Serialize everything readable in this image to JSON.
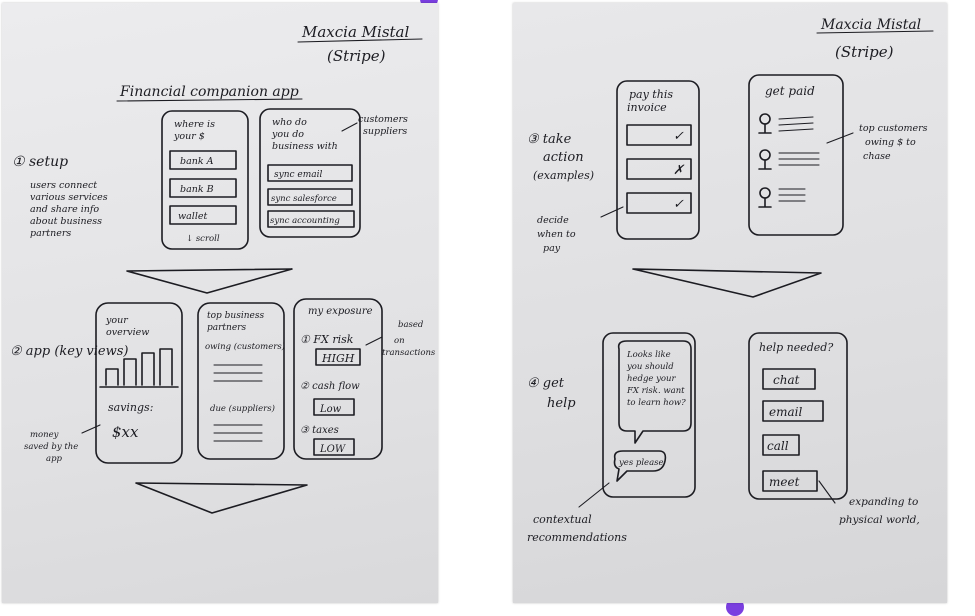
{
  "left": {
    "author": "Maxcia Mistal",
    "company": "(Stripe)",
    "title": "Financial companion app",
    "setup": {
      "label": "① setup",
      "desc": [
        "users connect",
        "various services",
        "and share info",
        "about business",
        "partners"
      ],
      "card1": {
        "title": [
          "where is",
          "your $"
        ],
        "items": [
          "bank A",
          "bank B",
          "wallet"
        ],
        "scroll": "↓ scroll"
      },
      "card2": {
        "title": [
          "who do",
          "you do",
          "business with"
        ],
        "items": [
          "sync email",
          "sync salesforce",
          "sync accounting"
        ]
      },
      "note": [
        "customers",
        "suppliers"
      ]
    },
    "app": {
      "label": "② app (key views)",
      "overview": {
        "title": [
          "your",
          "overview"
        ],
        "savings": "savings:",
        "amount": "$xx"
      },
      "money_note": [
        "money",
        "saved by the",
        "app"
      ],
      "partners": {
        "title": [
          "top business",
          "partners"
        ],
        "owing": "owing (customers)",
        "due": "due (suppliers)"
      },
      "exposure": {
        "title": "my exposure",
        "fx": "① FX risk",
        "fx_level": "HIGH",
        "cash": "② cash flow",
        "cash_level": "Low",
        "taxes": "③ taxes",
        "taxes_level": "LOW"
      },
      "based_note": [
        "based",
        "on",
        "transactions"
      ]
    }
  },
  "right": {
    "author": "Maxcia Mistal",
    "company": "(Stripe)",
    "action": {
      "label": [
        "③ take",
        "action",
        "(examples)"
      ],
      "invoice_title": [
        "pay this",
        "invoice"
      ],
      "marks": [
        "✓",
        "✗",
        "✓"
      ],
      "decide_note": [
        "decide",
        "when to",
        "pay"
      ],
      "paid_title": "get paid",
      "top_note": [
        "top customers",
        "owing $ to",
        "chase"
      ]
    },
    "help": {
      "label": [
        "④ get",
        "help"
      ],
      "bubble": [
        "Looks like",
        "you should",
        "hedge your",
        "FX risk. want",
        "to learn how?"
      ],
      "yes": "yes please",
      "contextual_note": [
        "contextual",
        "recommendations"
      ],
      "needed_title": "help needed?",
      "options": [
        "chat",
        "email",
        "call",
        "meet"
      ],
      "expanding_note": [
        "expanding to",
        "physical world,"
      ]
    }
  }
}
